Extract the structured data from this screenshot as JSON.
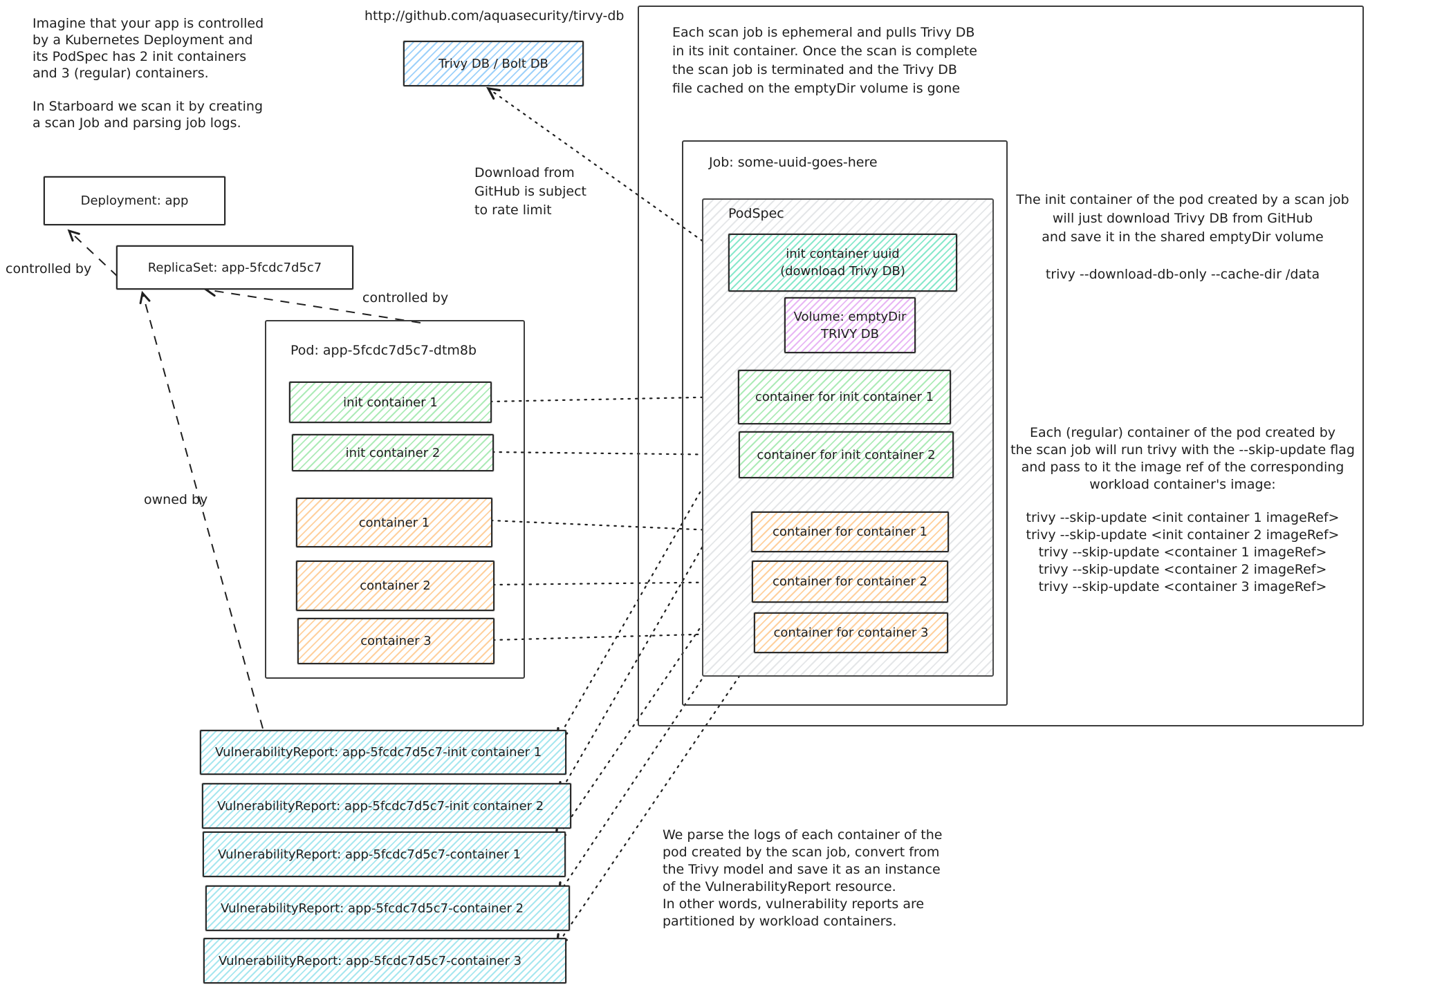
{
  "colors": {
    "stroke": "#1e1e1e",
    "blue": "#4dabf7",
    "cyan": "#3bc9db",
    "green": "#69db7c",
    "orange": "#ffa94d",
    "teal": "#38d9a9",
    "purple": "#cc5de8",
    "gray": "#868e96"
  },
  "notes": {
    "intro1": "Imagine that your app is controlled\nby a Kubernetes Deployment and\nits PodSpec has 2 init containers\nand 3 (regular) containers.",
    "intro2": "In Starboard we scan it by creating\na scan Job and parsing job logs.",
    "url": "http://github.com/aquasecurity/tirvy-db",
    "rate_limit": "Download from\nGitHub is subject\nto rate limit",
    "ephemeral": "Each scan job is ephemeral and pulls Trivy DB\nin its init container. Once the scan is complete\nthe scan job is terminated and the Trivy DB\nfile cached on the emptyDir volume is gone",
    "init_note": "The init container of the pod created by a scan job\nwill just download Trivy DB from GitHub\nand save it in the shared emptyDir volume",
    "download_cmd": "trivy --download-db-only --cache-dir /data",
    "regular_note": "Each (regular) container of the pod created by\nthe scan job will run trivy with the --skip-update flag\nand pass to it the image ref of the corresponding\nworkload container's image:",
    "skip_update_cmds": "trivy --skip-update <init container 1 imageRef>\ntrivy --skip-update <init container 2 imageRef>\ntrivy --skip-update <container 1 imageRef>\ntrivy --skip-update <container 2 imageRef>\ntrivy --skip-update <container 3 imageRef>",
    "parse_note": "We parse the logs of each container of the\npod created by the scan job, convert from\nthe Trivy model and save it as an instance\nof the VulnerabilityReport resource.\nIn other words, vulnerability reports are\npartitioned by workload containers."
  },
  "labels": {
    "controlled_by_1": "controlled by",
    "controlled_by_2": "controlled by",
    "owned_by": "owned by"
  },
  "boxes": {
    "trivy_db": "Trivy DB / Bolt DB",
    "deployment": "Deployment: app",
    "replicaset": "ReplicaSet: app-5fcdc7d5c7",
    "pod_title": "Pod: app-5fcdc7d5c7-dtm8b",
    "pod_containers": [
      "init container 1",
      "init container 2",
      "container 1",
      "container 2",
      "container 3"
    ],
    "job_title": "Job: some-uuid-goes-here",
    "podspec_title": "PodSpec",
    "init_uuid": "init container uuid\n(download Trivy DB)",
    "volume": "Volume: emptyDir\nTRIVY DB",
    "job_containers": [
      "container for init container 1",
      "container for init container 2",
      "container for container 1",
      "container for container 2",
      "container for container 3"
    ],
    "vuln_reports": [
      "VulnerabilityReport: app-5fcdc7d5c7-init container 1",
      "VulnerabilityReport: app-5fcdc7d5c7-init container 2",
      "VulnerabilityReport: app-5fcdc7d5c7-container 1",
      "VulnerabilityReport: app-5fcdc7d5c7-container 2",
      "VulnerabilityReport: app-5fcdc7d5c7-container 3"
    ]
  }
}
